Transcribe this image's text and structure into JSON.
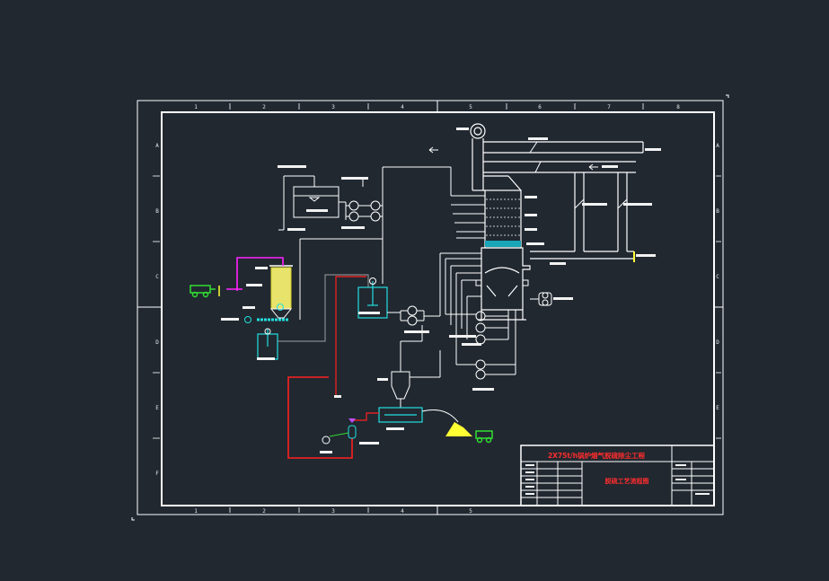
{
  "frame": {
    "column_numbers_top": [
      "1",
      "2",
      "3",
      "4",
      "5",
      "6",
      "7",
      "8"
    ],
    "column_numbers_bottom": [
      "1",
      "2",
      "3",
      "4",
      "5"
    ],
    "row_letters_left": [
      "A",
      "B",
      "C",
      "D",
      "E",
      "F"
    ],
    "row_letters_right": [
      "A",
      "B",
      "C",
      "D",
      "E"
    ]
  },
  "title_block": {
    "project_title": "2X75t/h锅炉烟气脱硫除尘工程",
    "drawing_title": "脱硫工艺流程图"
  },
  "colors": {
    "background": "#212830",
    "lines": "#ffffff",
    "slurry_red": "#ff2020",
    "magenta": "#ff22ff",
    "cyan": "#22e0e0",
    "yellow": "#ffff33",
    "green": "#33dd33",
    "gray": "#a0a0a0"
  }
}
